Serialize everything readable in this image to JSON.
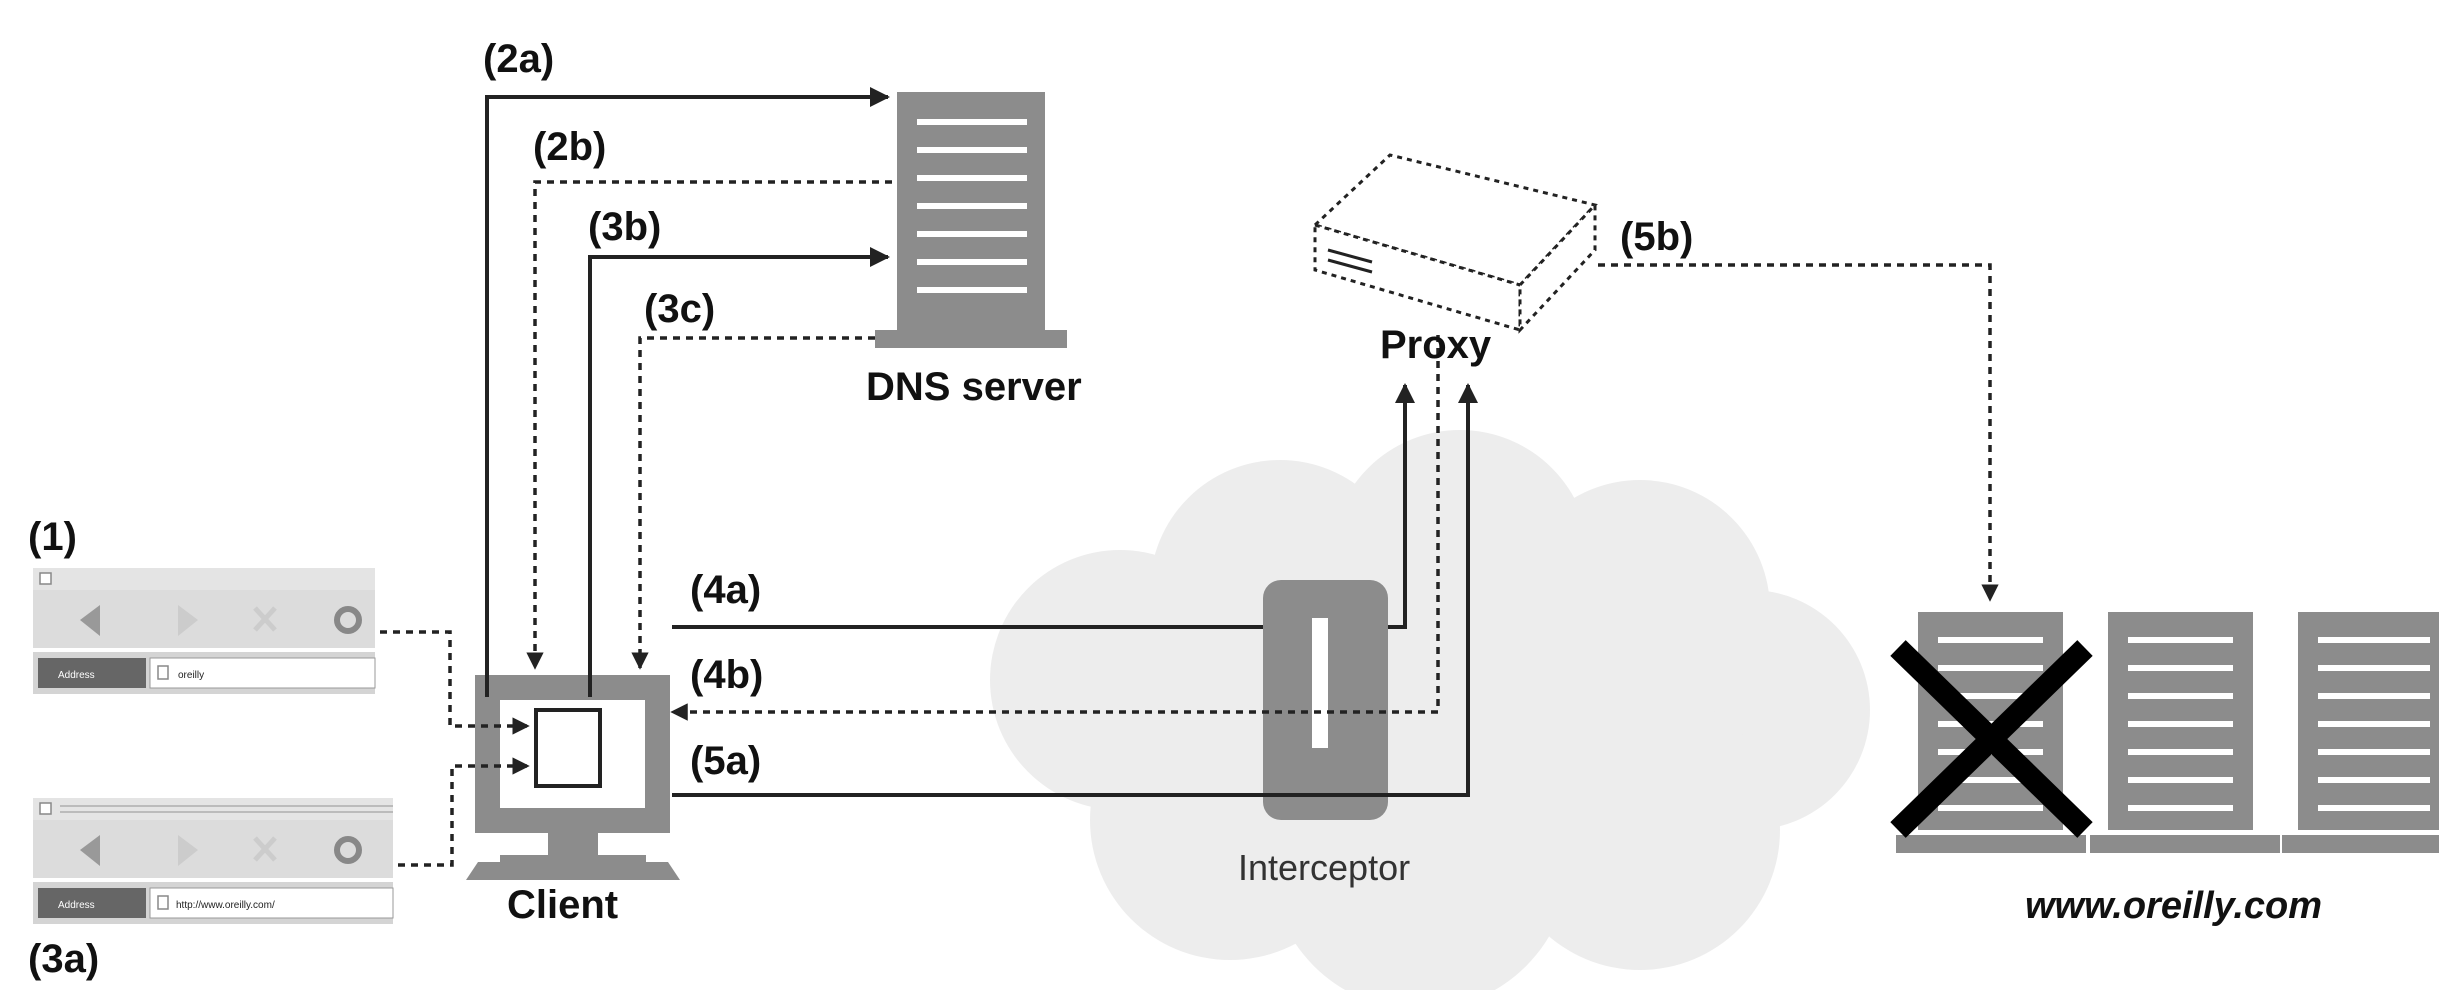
{
  "labels": {
    "step_1": "(1)",
    "step_2a": "(2a)",
    "step_2b": "(2b)",
    "step_3a": "(3a)",
    "step_3b": "(3b)",
    "step_3c": "(3c)",
    "step_4a": "(4a)",
    "step_4b": "(4b)",
    "step_5a": "(5a)",
    "step_5b": "(5b)"
  },
  "nodes": {
    "dns_server": "DNS server",
    "proxy": "Proxy",
    "client": "Client",
    "interceptor": "Interceptor",
    "website": "www.oreilly.com"
  },
  "browser_1": {
    "address_label": "Address",
    "url": "oreilly"
  },
  "browser_2": {
    "address_label": "Address",
    "url": "http://www.oreilly.com/"
  },
  "colors": {
    "server_gray": "#8c8c8c",
    "cloud": "#eeeeee",
    "line": "#222222"
  }
}
